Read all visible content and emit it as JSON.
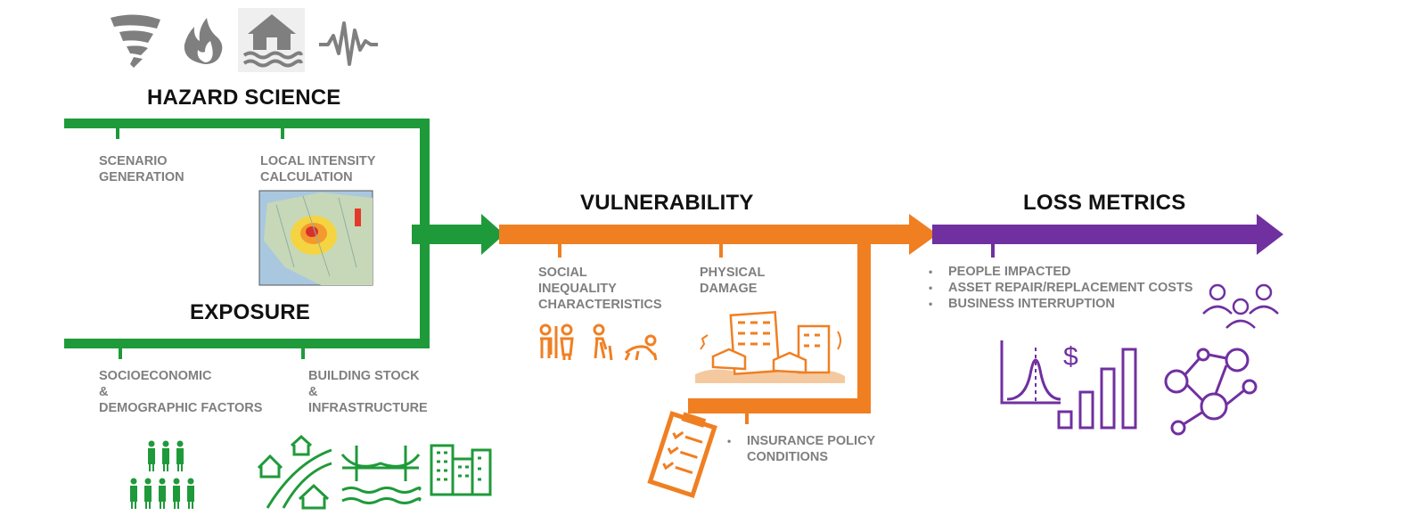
{
  "sections": {
    "hazard": {
      "title": "HAZARD SCIENCE",
      "items": [
        {
          "lines": [
            "SCENARIO",
            "GENERATION"
          ]
        },
        {
          "lines": [
            "LOCAL INTENSITY",
            "CALCULATION"
          ]
        }
      ]
    },
    "exposure": {
      "title": "EXPOSURE",
      "items": [
        {
          "lines": [
            "SOCIOECONOMIC",
            "&",
            "DEMOGRAPHIC FACTORS"
          ]
        },
        {
          "lines": [
            "BUILDING STOCK",
            "&",
            "INFRASTRUCTURE"
          ]
        }
      ]
    },
    "vulnerability": {
      "title": "VULNERABILITY",
      "items": [
        {
          "lines": [
            "SOCIAL",
            "INEQUALITY",
            "CHARACTERISTICS"
          ]
        },
        {
          "lines": [
            "PHYSICAL",
            "DAMAGE"
          ]
        }
      ],
      "insurance": [
        "INSURANCE POLICY",
        "CONDITIONS"
      ]
    },
    "loss": {
      "title": "LOSS METRICS",
      "bullets": [
        "PEOPLE IMPACTED",
        "ASSET REPAIR/REPLACEMENT COSTS",
        "BUSINESS INTERRUPTION"
      ],
      "dollar": "$"
    }
  },
  "colors": {
    "green": "#1f9a3a",
    "orange": "#f07f22",
    "purple": "#7030a0",
    "gray": "#7f7f7f"
  },
  "icons": [
    "tornado-icon",
    "fire-icon",
    "flood-house-icon",
    "seismograph-icon",
    "intensity-map",
    "people-group-icon",
    "houses-road-icon",
    "bridge-icon",
    "buildings-icon",
    "family-icon",
    "elderly-icon",
    "crawling-baby-icon",
    "damaged-buildings-icon",
    "checklist-icon",
    "distribution-curve-icon",
    "dollar-bar-chart-icon",
    "users-group-icon",
    "network-icon"
  ]
}
